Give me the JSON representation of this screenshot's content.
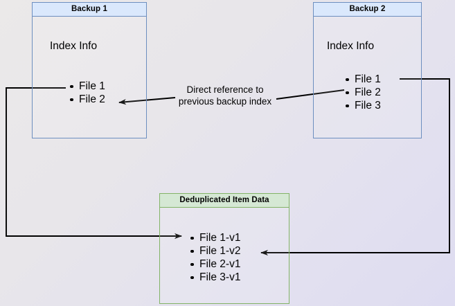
{
  "diagram": {
    "title_note": "Backup deduplication index reference diagram",
    "background": {
      "from": "#ebe9e9",
      "to": "#dedcf1"
    },
    "colors": {
      "blue_border": "#6c8ebf",
      "blue_header": "#dae8fc",
      "green_border": "#82b366",
      "green_header": "#d5e8d4",
      "arrow": "#000000"
    },
    "boxes": [
      {
        "id": "backup1",
        "header": "Backup 1",
        "caption": "Index Info",
        "items": [
          "File 1",
          "File 2"
        ]
      },
      {
        "id": "backup2",
        "header": "Backup 2",
        "caption": "Index Info",
        "items": [
          "File 1",
          "File 2",
          "File 3"
        ]
      },
      {
        "id": "dedup",
        "header": "Deduplicated Item Data",
        "caption": "",
        "items": [
          "File 1-v1",
          "File 1-v2",
          "File 2-v1",
          "File 3-v1"
        ]
      }
    ],
    "annotations": [
      {
        "id": "direct-reference",
        "text": "Direct reference to\nprevious backup index"
      }
    ],
    "connectors": [
      {
        "id": "backup2-index-to-backup1-index",
        "from": "Backup 2 / File 2",
        "to": "Backup 1 / File 2",
        "arrowhead": "end"
      },
      {
        "id": "backup1-file1-to-dedup-file1v1",
        "from": "Backup 1 / File 1",
        "to": "Deduplicated Item Data / File 1-v1",
        "arrowhead": "end"
      },
      {
        "id": "backup2-file1-to-dedup-file1v2",
        "from": "Backup 2 / File 1",
        "to": "Deduplicated Item Data / File 1-v2",
        "arrowhead": "end"
      }
    ]
  }
}
